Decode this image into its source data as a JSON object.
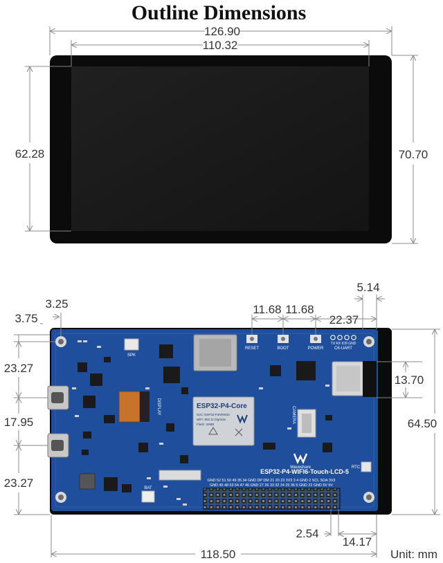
{
  "title": "Outline Dimensions",
  "unit_label": "Unit: mm",
  "colors": {
    "pcb": "#1f4f9c",
    "bezel": "#0b0b0b",
    "screen": "#1c1c1c",
    "dim_line": "#8a8a8a",
    "text": "#333333"
  },
  "front": {
    "total_width": "126.90",
    "active_width": "110.32",
    "active_height": "62.28",
    "total_height": "70.70"
  },
  "back": {
    "hole_offset_x": "3.25",
    "hole_offset_y": "3.75",
    "usb_top_gap": "23.27",
    "usb_pitch": "17.95",
    "usb_bottom_gap": "23.27",
    "button_pitch_1": "11.68",
    "button_pitch_2": "11.68",
    "button_to_edge": "22.37",
    "edge_margin": "5.14",
    "module_height": "13.70",
    "board_height": "64.50",
    "header_pitch": "2.54",
    "header_offset": "14.17",
    "board_width": "118.50"
  },
  "board_labels": {
    "module_name": "ESP32-P4-Core",
    "module_line1": "SoC: ESP32-P4NRW32",
    "module_line2": "WiFi: 802.11 b/g/n/ax",
    "module_line3": "Flash: 32MB",
    "brand": "Waveshare",
    "product_name": "ESP32-P4-WIFI6-Touch-LCD-5",
    "spk": "SPK",
    "reset": "RESET",
    "boot": "BOOT",
    "power": "POWER",
    "bat": "BAT",
    "rtc": "RTC",
    "camera": "CAMERA",
    "display": "DISPLAY",
    "uart": "C6-UART",
    "uart_pins": "TX RX IO9 GND",
    "pins_top": "GND 52 51 50 49 35 34 GND DP DM 21 20 23 3V3 3 4 GND 2 SCL SDA 3V3",
    "pins_bottom": "GND 45 48 53 54 47 46 GND 27 26 33 32 24 25 36 5 GND 22 GND 5V 5V"
  }
}
